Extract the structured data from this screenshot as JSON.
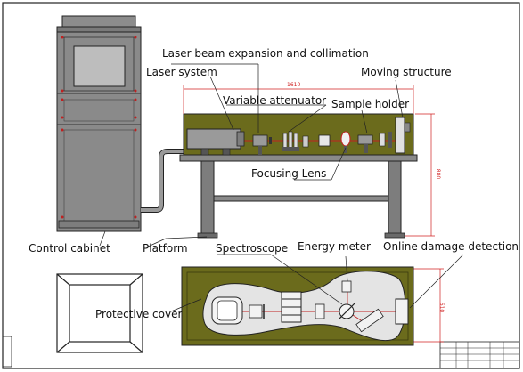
{
  "labels": {
    "beam_expansion": "Laser beam expansion and collimation",
    "laser_system": "Laser system",
    "moving_structure": "Moving structure",
    "variable_attenuator": "Variable attenuator",
    "sample_holder": "Sample holder",
    "focusing_lens": "Focusing Lens",
    "control_cabinet": "Control cabinet",
    "platform": "Platform",
    "spectroscope": "Spectroscope",
    "energy_meter": "Energy meter",
    "online_damage_detection": "Online damage detection",
    "protective_cover": "Protective cover"
  },
  "dimensions": {
    "width": "1610",
    "height": "880",
    "depth": "610"
  },
  "colors": {
    "bench_top": "#6b6b1c",
    "cabinet": "#8a8a8a",
    "annotation": "#d02020",
    "line": "#111111"
  }
}
